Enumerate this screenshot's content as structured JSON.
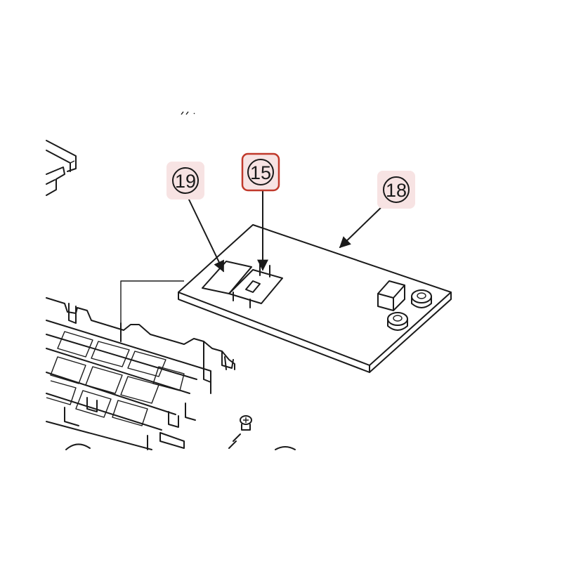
{
  "diagram": {
    "callouts": [
      {
        "id": "19",
        "label": "19",
        "target": "ribbon-label",
        "highlighted": false
      },
      {
        "id": "15",
        "label": "15",
        "target": "connector-clip",
        "highlighted": true
      },
      {
        "id": "18",
        "label": "18",
        "target": "circuit-board",
        "highlighted": false
      }
    ],
    "colors": {
      "line": "#1a1a1a",
      "callout_fill": "#f7e3e3",
      "highlight_border": "#c0392b"
    }
  }
}
